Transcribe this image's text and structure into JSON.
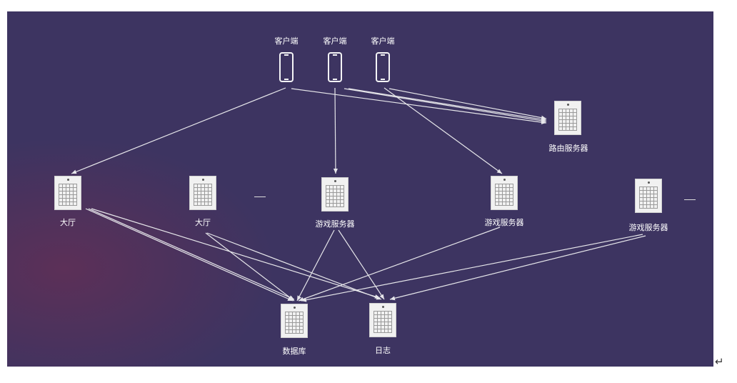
{
  "clients": [
    {
      "label": "客户端"
    },
    {
      "label": "客户端"
    },
    {
      "label": "客户端"
    }
  ],
  "servers": {
    "route": {
      "label": "路由服务器"
    },
    "lobby1": {
      "label": "大厅"
    },
    "lobby2": {
      "label": "大厅"
    },
    "game1": {
      "label": "游戏服务器"
    },
    "game2": {
      "label": "游戏服务器"
    },
    "game3": {
      "label": "游戏服务器"
    },
    "database": {
      "label": "数据库"
    },
    "log": {
      "label": "日志"
    }
  },
  "ellipsis": [
    "—",
    "—"
  ],
  "return_mark": "↵",
  "colors": {
    "background": "#3d3461",
    "lines": "#e6e6ea",
    "node_fill": "#f1f1f1",
    "label": "#ffffff"
  }
}
